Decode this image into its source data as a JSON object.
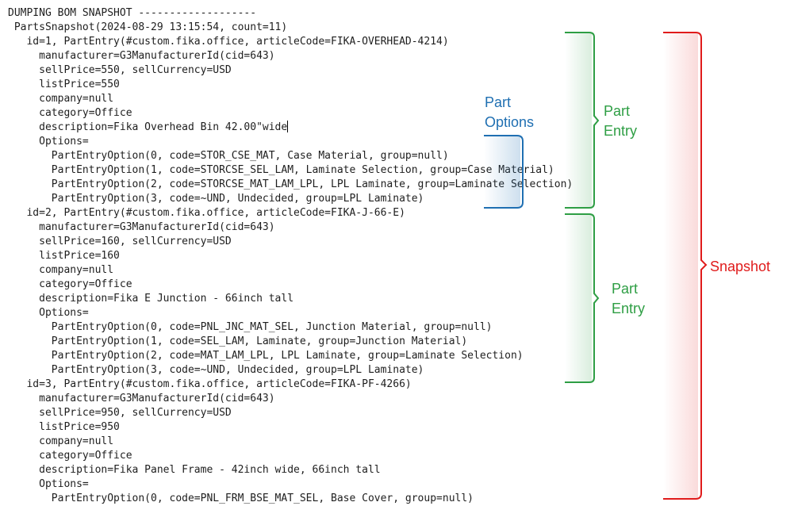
{
  "log": {
    "lines": [
      "DUMPING BOM SNAPSHOT -------------------",
      " PartsSnapshot(2024-08-29 13:15:54, count=11)",
      "   id=1, PartEntry(#custom.fika.office, articleCode=FIKA-OVERHEAD-4214)",
      "     manufacturer=G3ManufacturerId(cid=643)",
      "     sellPrice=550, sellCurrency=USD",
      "     listPrice=550",
      "     company=null",
      "     category=Office",
      "     description=Fika Overhead Bin 42.00\"wide",
      "     Options=",
      "       PartEntryOption(0, code=STOR_CSE_MAT, Case Material, group=null)",
      "       PartEntryOption(1, code=STORCSE_SEL_LAM, Laminate Selection, group=Case Material)",
      "       PartEntryOption(2, code=STORCSE_MAT_LAM_LPL, LPL Laminate, group=Laminate Selection)",
      "       PartEntryOption(3, code=~UND, Undecided, group=LPL Laminate)",
      "   id=2, PartEntry(#custom.fika.office, articleCode=FIKA-J-66-E)",
      "     manufacturer=G3ManufacturerId(cid=643)",
      "     sellPrice=160, sellCurrency=USD",
      "     listPrice=160",
      "     company=null",
      "     category=Office",
      "     description=Fika E Junction - 66inch tall",
      "     Options=",
      "       PartEntryOption(0, code=PNL_JNC_MAT_SEL, Junction Material, group=null)",
      "       PartEntryOption(1, code=SEL_LAM, Laminate, group=Junction Material)",
      "       PartEntryOption(2, code=MAT_LAM_LPL, LPL Laminate, group=Laminate Selection)",
      "       PartEntryOption(3, code=~UND, Undecided, group=LPL Laminate)",
      "   id=3, PartEntry(#custom.fika.office, articleCode=FIKA-PF-4266)",
      "     manufacturer=G3ManufacturerId(cid=643)",
      "     sellPrice=950, sellCurrency=USD",
      "     listPrice=950",
      "     company=null",
      "     category=Office",
      "     description=Fika Panel Frame - 42inch wide, 66inch tall",
      "     Options=",
      "       PartEntryOption(0, code=PNL_FRM_BSE_MAT_SEL, Base Cover, group=null)"
    ],
    "caret_line": 8
  },
  "annotations": {
    "part_options": "Part\nOptions",
    "part_entry_1": "Part\nEntry",
    "part_entry_2": "Part\nEntry",
    "snapshot": "Snapshot"
  },
  "colors": {
    "blue": "#1f6fb2",
    "green": "#2e9e44",
    "red": "#e01b1b"
  }
}
